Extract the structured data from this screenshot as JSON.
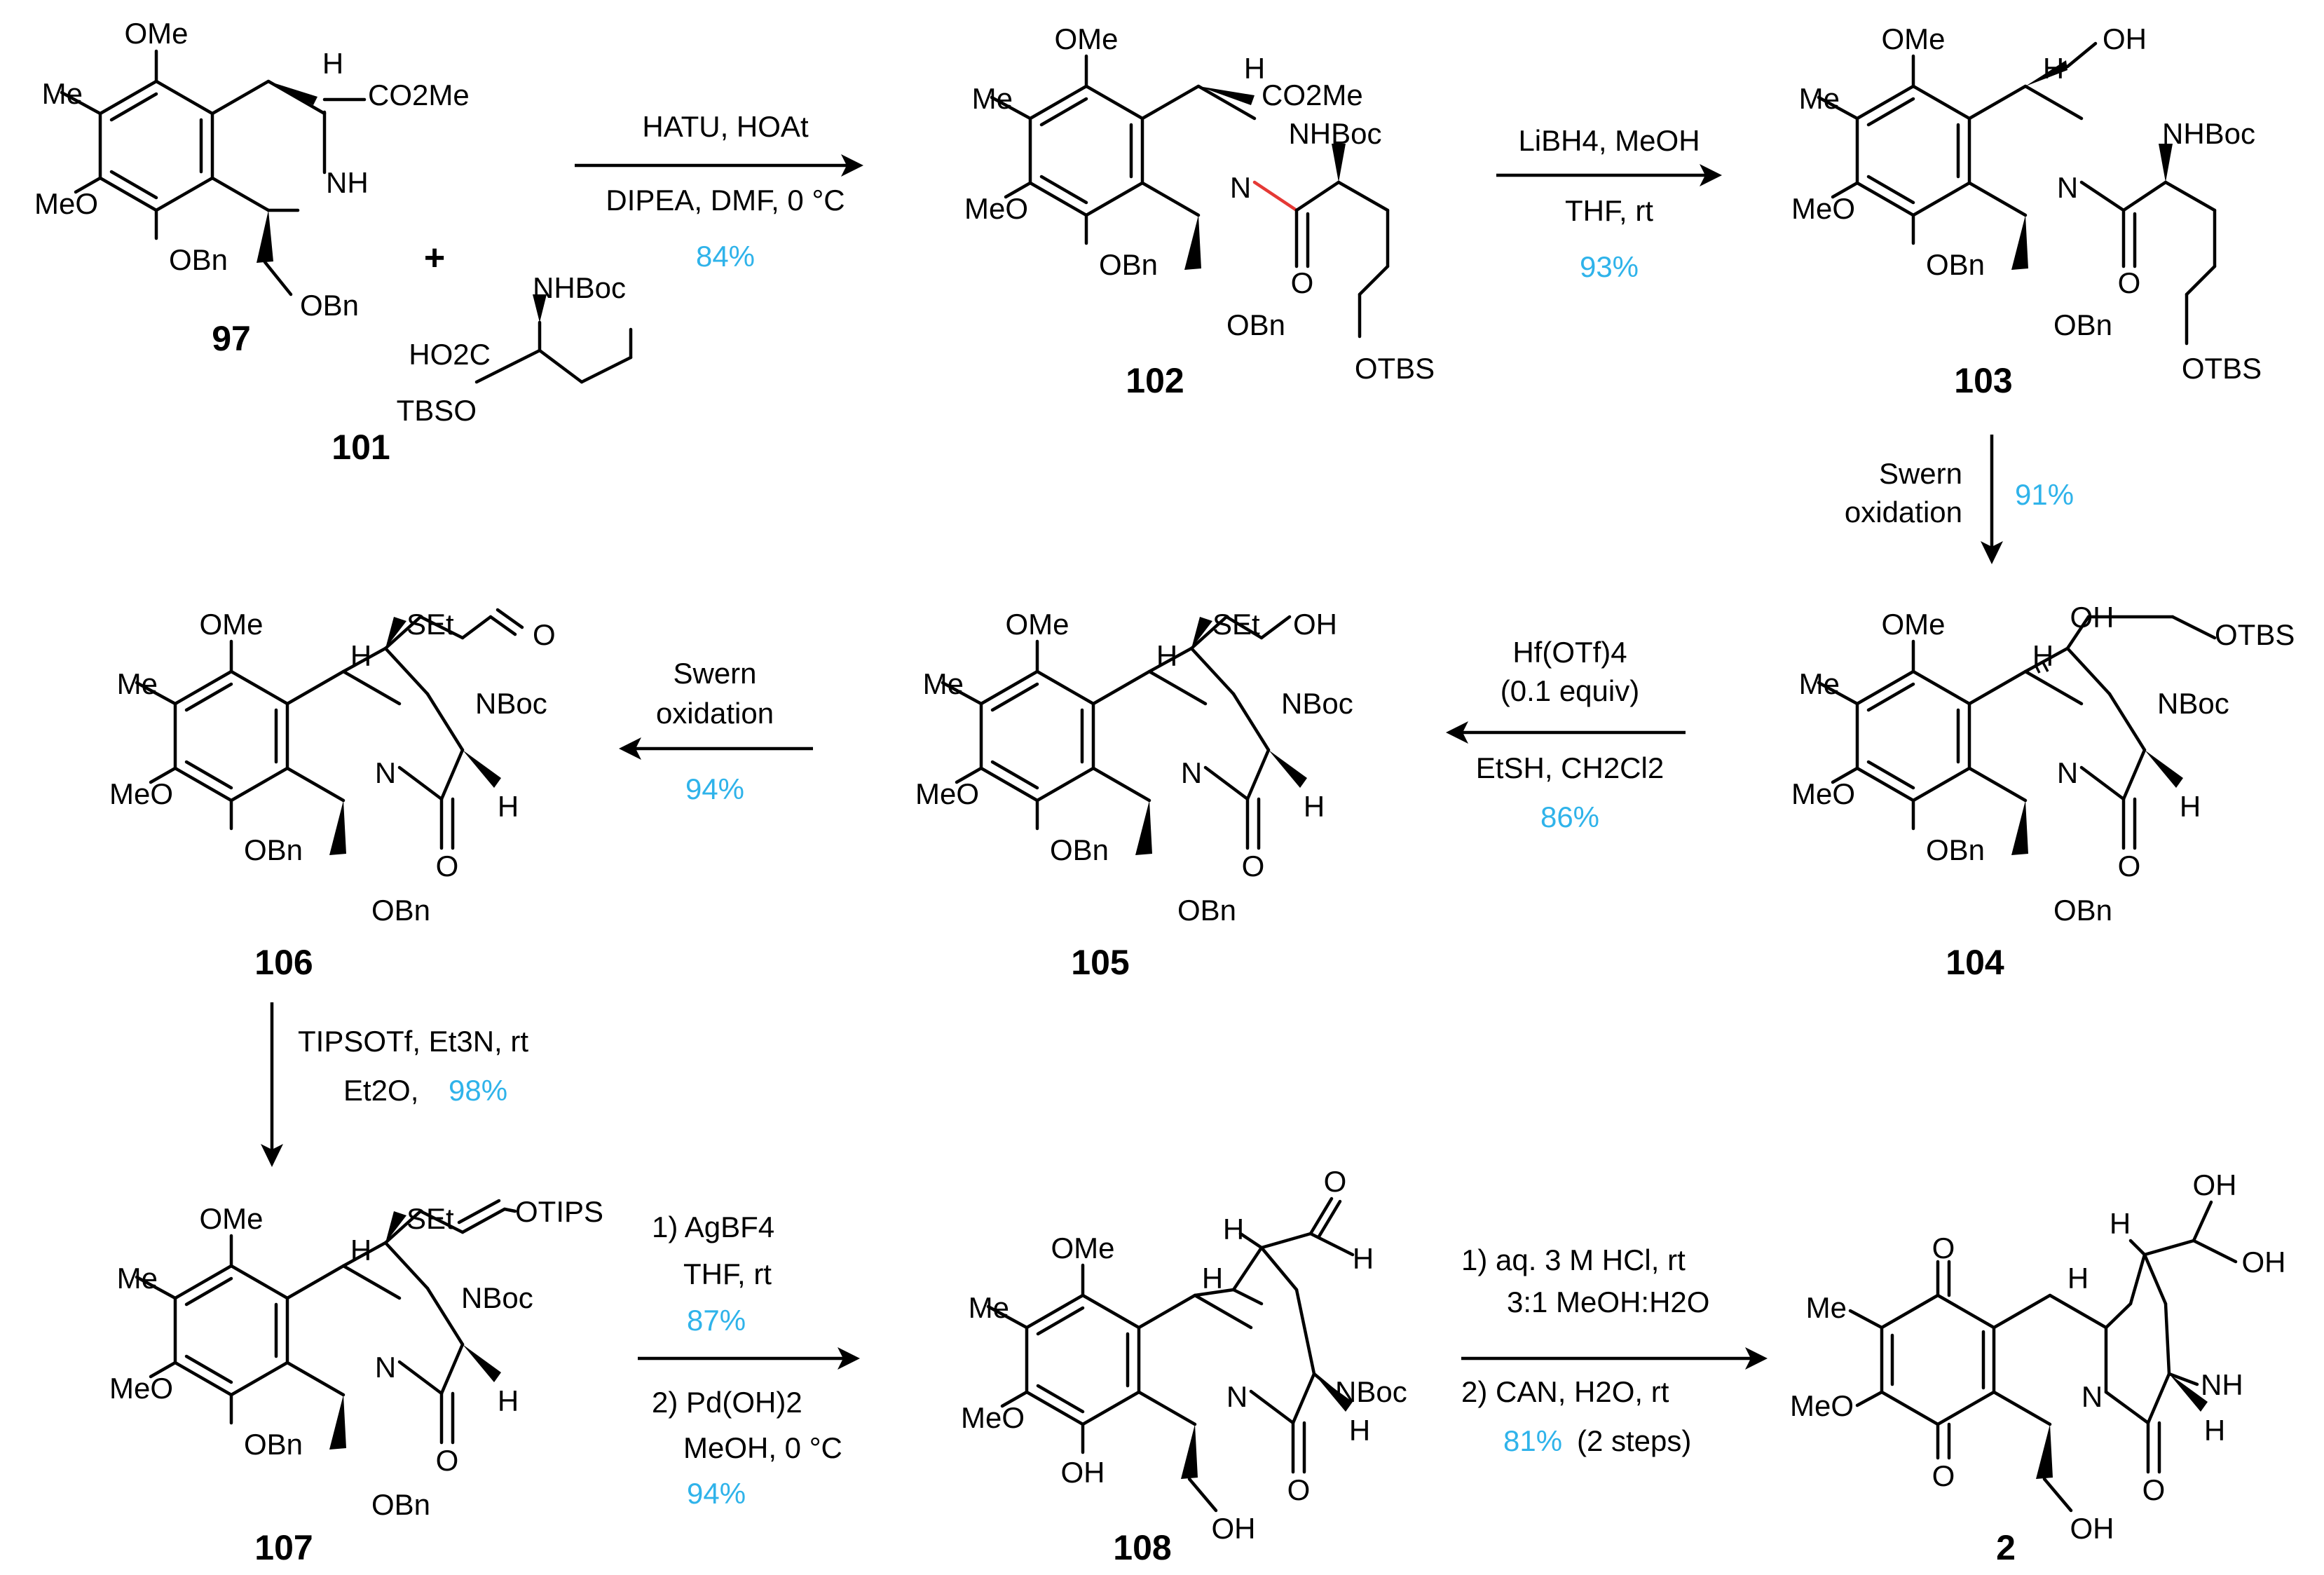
{
  "compounds": {
    "c97": {
      "label": "97",
      "ome_top": "OMe",
      "me": "Me",
      "meo": "MeO",
      "obn": "OBn",
      "obn2": "OBn",
      "nh": "NH",
      "h": "H",
      "ester": "CO2Me"
    },
    "c101": {
      "label": "101",
      "nhboc": "NHBoc",
      "acid": "HO2C",
      "tbso": "TBSO"
    },
    "plus": "+",
    "c102": {
      "label": "102",
      "ome_top": "OMe",
      "me": "Me",
      "meo": "MeO",
      "obn": "OBn",
      "obn2": "OBn",
      "n": "N",
      "h": "H",
      "ester": "CO2Me",
      "nhboc": "NHBoc",
      "o": "O",
      "otbs": "OTBS"
    },
    "c103": {
      "label": "103",
      "ome_top": "OMe",
      "me": "Me",
      "meo": "MeO",
      "obn": "OBn",
      "obn2": "OBn",
      "n": "N",
      "h": "H",
      "oh": "OH",
      "nhboc": "NHBoc",
      "o": "O",
      "otbs": "OTBS"
    },
    "c104": {
      "label": "104",
      "ome_top": "OMe",
      "me": "Me",
      "meo": "MeO",
      "obn": "OBn",
      "obn2": "OBn",
      "n": "N",
      "h": "H",
      "h2": "H",
      "oh": "OH",
      "nboc": "NBoc",
      "o": "O",
      "otbs": "OTBS"
    },
    "c105": {
      "label": "105",
      "ome_top": "OMe",
      "me": "Me",
      "meo": "MeO",
      "obn": "OBn",
      "obn2": "OBn",
      "n": "N",
      "h": "H",
      "h2": "H",
      "set": "SEt",
      "oh": "OH",
      "nboc": "NBoc",
      "o": "O"
    },
    "c106": {
      "label": "106",
      "ome_top": "OMe",
      "me": "Me",
      "meo": "MeO",
      "obn": "OBn",
      "obn2": "OBn",
      "n": "N",
      "h": "H",
      "h2": "H",
      "set": "SEt",
      "ald_o": "O",
      "nboc": "NBoc",
      "o": "O"
    },
    "c107": {
      "label": "107",
      "ome_top": "OMe",
      "me": "Me",
      "meo": "MeO",
      "obn": "OBn",
      "obn2": "OBn",
      "n": "N",
      "h": "H",
      "h2": "H",
      "set": "SEt",
      "otips": "OTIPS",
      "nboc": "NBoc",
      "o": "O"
    },
    "c108": {
      "label": "108",
      "ome_top": "OMe",
      "me": "Me",
      "meo": "MeO",
      "oh_ar": "OH",
      "oh": "OH",
      "n": "N",
      "h": "H",
      "h2": "H",
      "h3": "H",
      "ald_o": "O",
      "ald_h": "H",
      "nboc": "NBoc",
      "o": "O"
    },
    "c2": {
      "label": "2",
      "me": "Me",
      "meo": "MeO",
      "o_top": "O",
      "o_bot": "O",
      "oh": "OH",
      "oh_a": "OH",
      "oh_b": "OH",
      "n": "N",
      "h": "H",
      "h2": "H",
      "h3": "H",
      "nh": "NH",
      "o": "O"
    }
  },
  "steps": [
    {
      "id": "s1",
      "cond": [
        "HATU, HOAt",
        "DIPEA, DMF, 0 °C"
      ],
      "yield": "84%"
    },
    {
      "id": "s2",
      "cond": [
        "LiBH4, MeOH",
        "THF, rt"
      ],
      "yield": "93%"
    },
    {
      "id": "s3",
      "cond": [
        "Swern",
        "oxidation"
      ],
      "yield": "91%"
    },
    {
      "id": "s4",
      "cond": [
        "Hf(OTf)4",
        "(0.1 equiv)",
        "EtSH, CH2Cl2"
      ],
      "yield": "86%"
    },
    {
      "id": "s5",
      "cond": [
        "Swern",
        "oxidation"
      ],
      "yield": "94%"
    },
    {
      "id": "s6",
      "cond": [
        "TIPSOTf, Et3N, rt",
        "Et2O,"
      ],
      "yield": "98%"
    },
    {
      "id": "s7",
      "cond": [
        "1) AgBF4",
        "THF, rt",
        "2) Pd(OH)2",
        "MeOH, 0 °C"
      ],
      "yield": [
        "87%",
        "94%"
      ]
    },
    {
      "id": "s8",
      "cond": [
        "1) aq. 3 M HCl, rt",
        "3:1 MeOH:H2O",
        "2) CAN, H2O, rt",
        "(2 steps)"
      ],
      "yield": "81%"
    }
  ]
}
